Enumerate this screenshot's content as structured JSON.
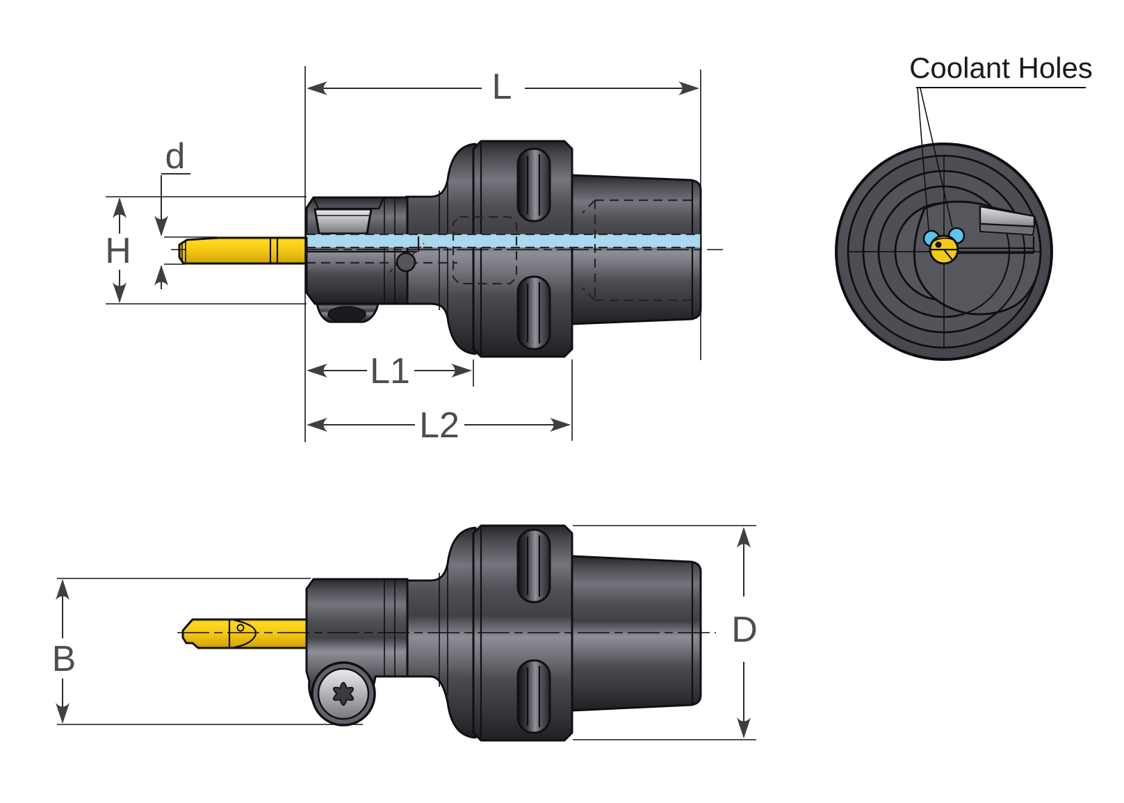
{
  "drawing": {
    "type": "technical-tooling-drawing",
    "subject": "boring bar tool holder with coolant supply",
    "views": [
      "side-view-with-dimensions",
      "end-view-with-coolant-holes",
      "bottom-side-view-with-dimensions"
    ],
    "annotation": {
      "coolant_holes_label": "Coolant Holes"
    },
    "dimension_labels": {
      "overall_length": "L",
      "bar_diameter": "d",
      "head_height": "H",
      "head_length": "L1",
      "body_length": "L2",
      "body_height": "B",
      "flange_diameter": "D"
    },
    "colors": {
      "background": "#ffffff",
      "boring_bar_yellow": "#f5c91a",
      "coolant_channel_blue": "#a9d8ef",
      "coolant_hole_blue": "#5ac4ee",
      "body_gray_dark": "#4b4b52",
      "screw_gray_light": "#c9c9cd",
      "dimension_text_gray": "#4d4d4d",
      "line_black": "#101013"
    }
  }
}
